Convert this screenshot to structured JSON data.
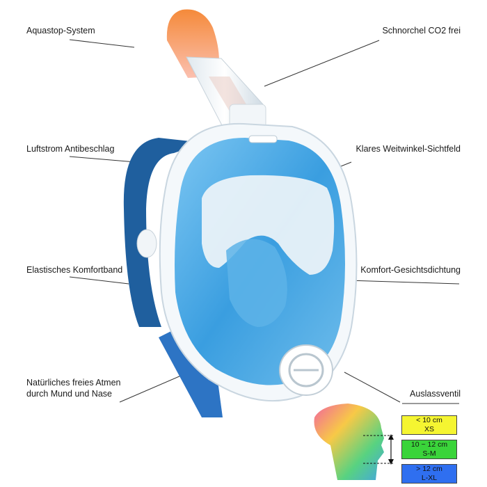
{
  "callouts": {
    "aquastop": "Aquastop-System",
    "snorkel": "Schnorchel CO2 frei",
    "airflow": "Luftstrom Antibeschlag",
    "view": "Klares Weitwinkel-Sichtfeld",
    "strap": "Elastisches Komfortband",
    "seal": "Komfort-Gesichtsdichtung",
    "breathing_line1": "Natürliches freies Atmen",
    "breathing_line2": "durch Mund und Nase",
    "valve": "Auslassventil"
  },
  "size_chart": [
    {
      "measure": "< 10 cm",
      "size": "XS",
      "color": "#f5f531"
    },
    {
      "measure": "10 ~ 12 cm",
      "size": "S-M",
      "color": "#3ad43a"
    },
    {
      "measure": "> 12 cm",
      "size": "L-XL",
      "color": "#2f6ff0"
    }
  ],
  "colors": {
    "mask_blue": "#3a9ee0",
    "frame_white": "#f4f8fb",
    "strap_blue": "#1f5f9e",
    "tip_orange": "#f58a3a"
  }
}
